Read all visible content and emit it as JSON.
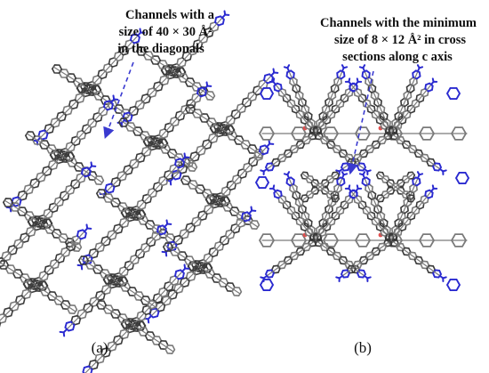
{
  "panels": [
    {
      "id": "a",
      "label": "(a)",
      "annotation_lines": [
        "Channels with a",
        "size of 40 × 30 Å²",
        "in the diagonals"
      ]
    },
    {
      "id": "b",
      "label": "(b)",
      "annotation_lines": [
        "Channels with the minimum",
        "size of 8 × 12 Å² in cross",
        "sections along c axis"
      ]
    }
  ],
  "colors": {
    "carbon": "#7a7a7a",
    "carbon_dark": "#3a3a3a",
    "nitrogen": "#2a2ad0",
    "oxygen": "#e05050",
    "arrow": "#3a3ad0",
    "text": "#111111"
  }
}
